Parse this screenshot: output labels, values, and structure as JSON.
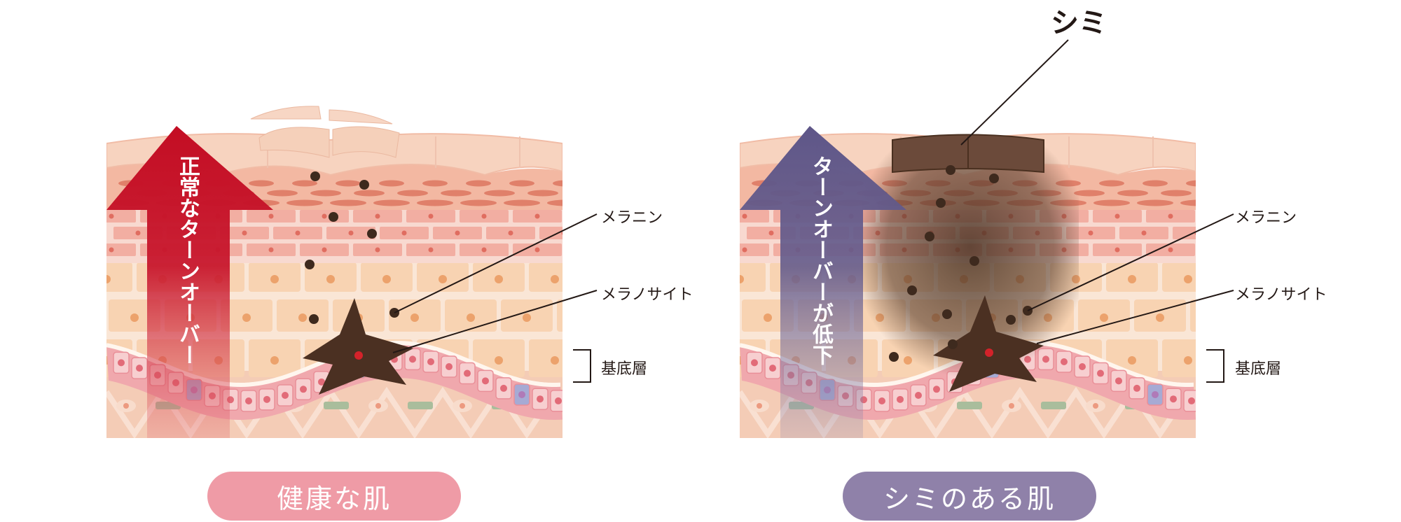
{
  "panels": [
    {
      "id": "healthy",
      "arrow_text": "正常なターンオーバー",
      "caption": "健康な肌",
      "arrow_color": "#c30d23",
      "caption_color": "#ef9ba6",
      "labels": {
        "melanin": "メラニン",
        "melanocyte": "メラノサイト",
        "basal_layer": "基底層"
      }
    },
    {
      "id": "spotted",
      "arrow_text": "ターンオーバーが低下",
      "caption": "シミのある肌",
      "arrow_color": "#5e5688",
      "caption_color": "#8f81a9",
      "spot_label": "シミ",
      "labels": {
        "melanin": "メラニン",
        "melanocyte": "メラノサイト",
        "basal_layer": "基底層"
      }
    }
  ]
}
